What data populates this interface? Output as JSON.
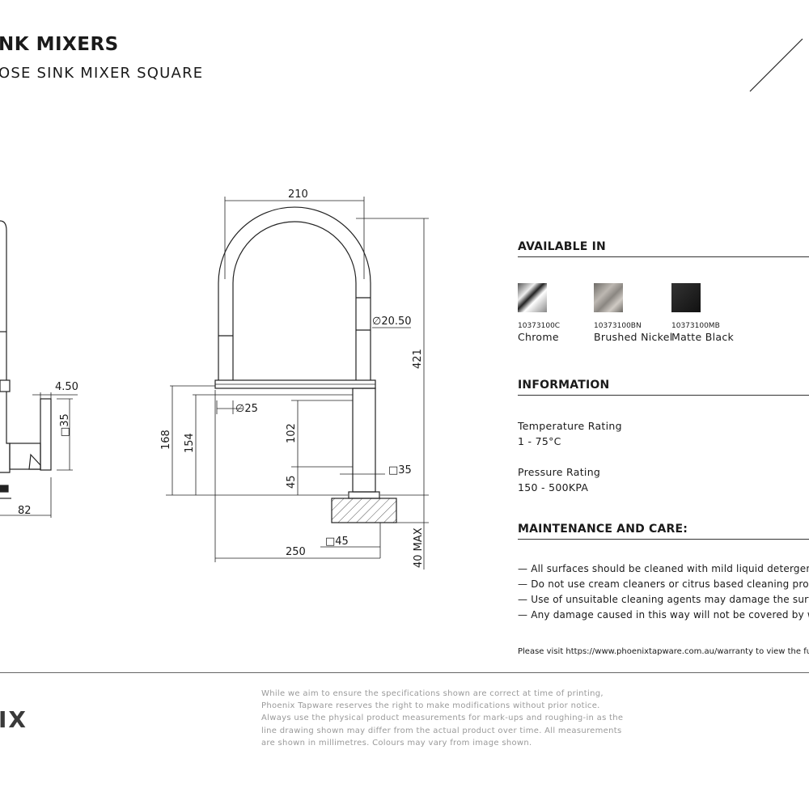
{
  "header": {
    "title": "NK MIXERS",
    "subtitle": "OSE SINK MIXER SQUARE"
  },
  "drawing": {
    "dims": {
      "top_width": "210",
      "hose_dia": "∅20.50",
      "total_height": "421",
      "side_gap": "4.50",
      "side_handle": "□35",
      "side_depth": "82",
      "spout_dia": "∅25",
      "h168": "168",
      "h154": "154",
      "h102": "102",
      "h45": "45",
      "body_square": "□35",
      "base_square": "□45",
      "reach": "250",
      "bench": "40 MAX"
    }
  },
  "available": {
    "heading": "AVAILABLE IN",
    "finishes": [
      {
        "code": "10373100C",
        "name": "Chrome"
      },
      {
        "code": "10373100BN",
        "name": "Brushed Nickel"
      },
      {
        "code": "10373100MB",
        "name": "Matte Black"
      }
    ]
  },
  "information": {
    "heading": "INFORMATION",
    "items": [
      {
        "label": "Temperature Rating",
        "value": "1 - 75°C"
      },
      {
        "label": "Pressure Rating",
        "value": "150 - 500KPA"
      }
    ]
  },
  "maintenance": {
    "heading": "MAINTENANCE AND CARE:",
    "items": [
      "— All surfaces should be cleaned with mild liquid detergent or",
      "— Do not use cream cleaners or citrus based cleaning products,",
      "— Use of unsuitable cleaning agents may damage the surface.",
      "— Any damage caused in this way will not be covered by warran"
    ],
    "warranty_note": "Please visit https://www.phoenixtapware.com.au/warranty to view the full"
  },
  "footer": {
    "brand": "IX",
    "disclaimer": [
      "While we aim to ensure the specifications shown are correct at time of printing,",
      "Phoenix Tapware reserves the right to make modifications without prior notice.",
      "Always use the physical product measurements for mark-ups and roughing-in as the",
      "line drawing shown may differ from the actual product over time. All measurements",
      "are shown in millimetres. Colours may vary from image shown."
    ]
  }
}
